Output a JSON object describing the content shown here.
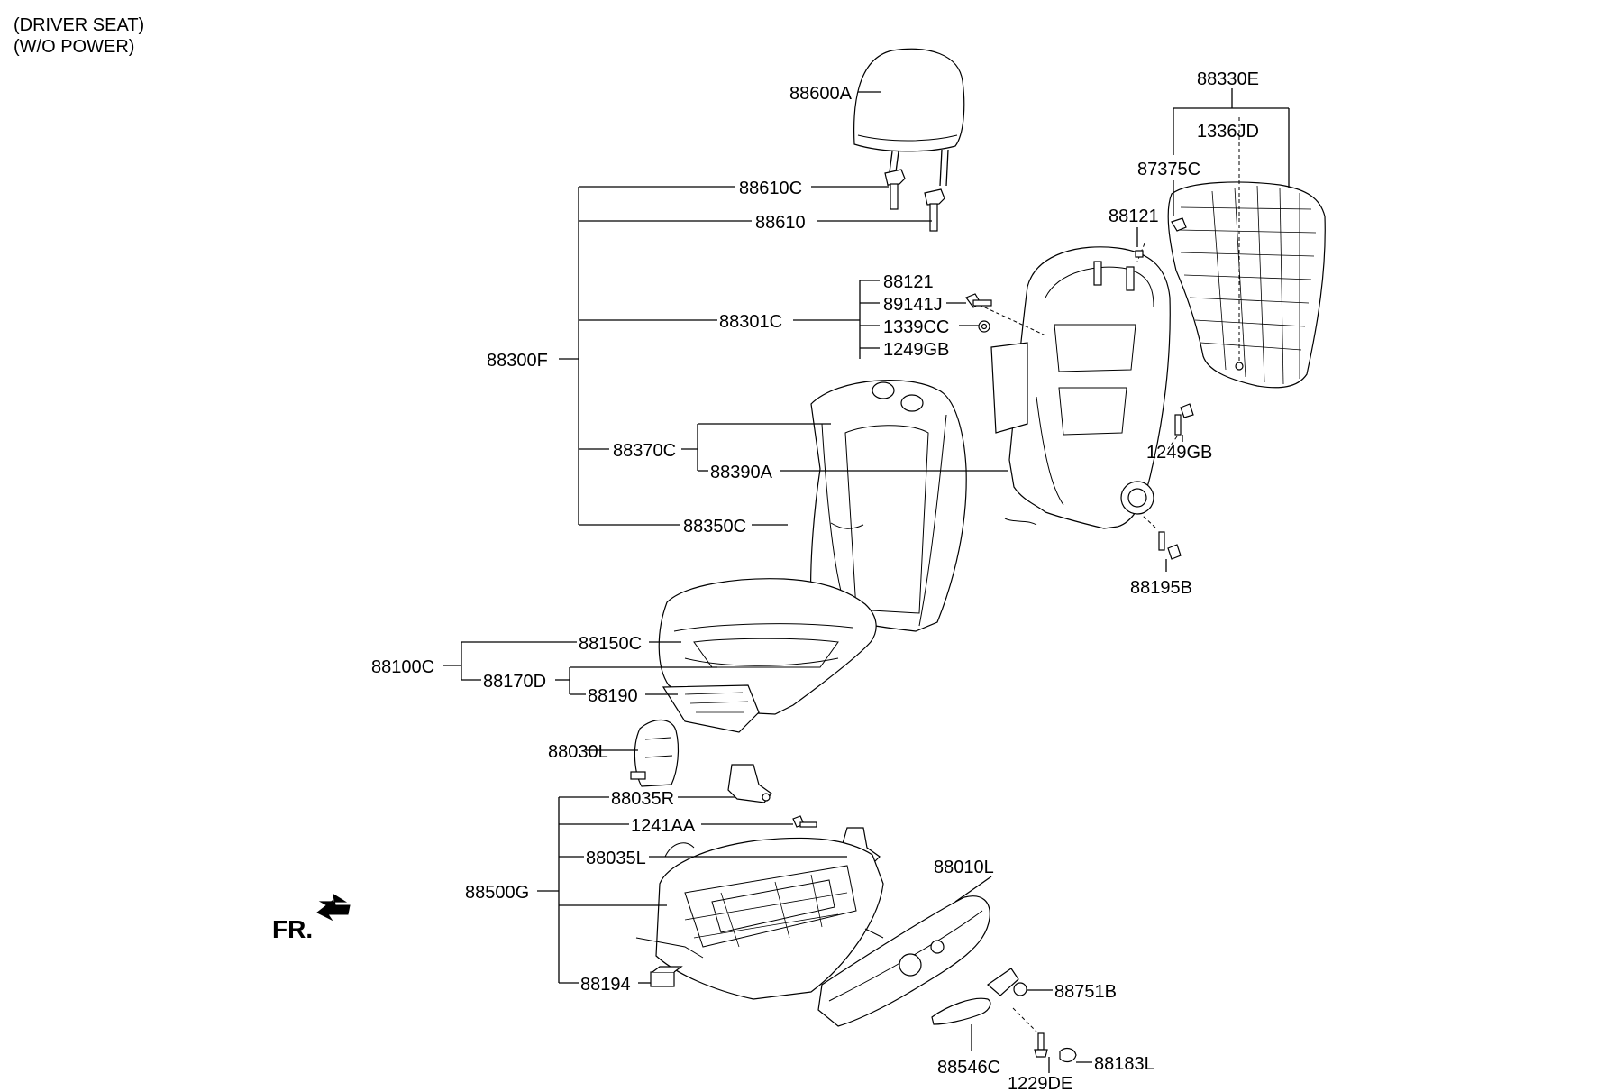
{
  "header": {
    "line1": "(DRIVER SEAT)",
    "line2": "(W/O POWER)"
  },
  "front_marker": "FR.",
  "parts": {
    "headrest": "88600A",
    "guide_lock": "88610C",
    "guide": "88610",
    "seatback_assy": "88300F",
    "back_frame": "88301C",
    "back_frame_a": "88121",
    "back_frame_b": "89141J",
    "back_frame_c": "1339CC",
    "back_frame_d": "1249GB",
    "back_cover_pad": "88370C",
    "back_cover": "88390A",
    "back_pad": "88350C",
    "back_board": "88330E",
    "back_board_a": "1336JD",
    "back_board_b": "87375C",
    "back_clip": "88121",
    "side_bolt": "1249GB",
    "recliner_bolt": "88195B",
    "cushion_assy": "88100C",
    "cushion_cover": "88150C",
    "cushion_pad": "88170D",
    "cushion_panel": "88190",
    "shield_inner": "88030L",
    "track_assy": "88500G",
    "track_bracket_r": "88035R",
    "track_bolt": "1241AA",
    "track_bracket_l": "88035L",
    "track_switch": "88194",
    "shield_outer": "88010L",
    "shield_cover": "88751B",
    "lever": "88546C",
    "screw": "1229DE",
    "cap": "88183L"
  }
}
